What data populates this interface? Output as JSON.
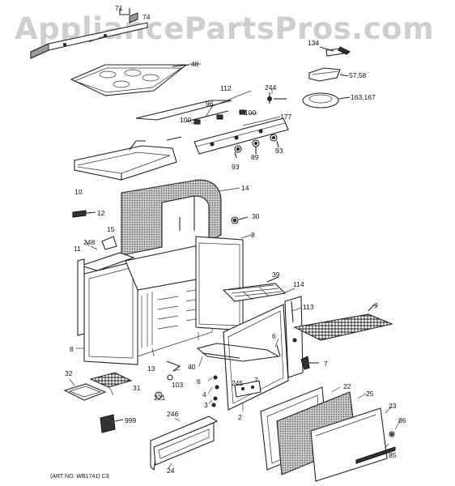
{
  "watermark": "AppliancePartsPros.com",
  "art_number": "(ART NO. WB1741) C3",
  "callouts": [
    {
      "id": "c71",
      "text": "71"
    },
    {
      "id": "c74",
      "text": "74"
    },
    {
      "id": "c48",
      "text": "48"
    },
    {
      "id": "c134",
      "text": "134"
    },
    {
      "id": "c5758",
      "text": "57,58"
    },
    {
      "id": "c163",
      "text": "163,167"
    },
    {
      "id": "c112",
      "text": "112"
    },
    {
      "id": "c244",
      "text": "244"
    },
    {
      "id": "c96",
      "text": "96"
    },
    {
      "id": "c100a",
      "text": "100"
    },
    {
      "id": "c100b",
      "text": "100"
    },
    {
      "id": "c177",
      "text": "177"
    },
    {
      "id": "c93a",
      "text": "93"
    },
    {
      "id": "c89",
      "text": "89"
    },
    {
      "id": "c93b",
      "text": "93"
    },
    {
      "id": "c10",
      "text": "10"
    },
    {
      "id": "c14",
      "text": "14"
    },
    {
      "id": "c12",
      "text": "12"
    },
    {
      "id": "c30",
      "text": "30"
    },
    {
      "id": "c15",
      "text": "15"
    },
    {
      "id": "c248",
      "text": "248"
    },
    {
      "id": "c11",
      "text": "11"
    },
    {
      "id": "c8a",
      "text": "8"
    },
    {
      "id": "c39",
      "text": "39"
    },
    {
      "id": "c114",
      "text": "114"
    },
    {
      "id": "c113",
      "text": "113"
    },
    {
      "id": "c9",
      "text": "9"
    },
    {
      "id": "c8b",
      "text": "8"
    },
    {
      "id": "c6a",
      "text": "6"
    },
    {
      "id": "c7a",
      "text": "7"
    },
    {
      "id": "c13",
      "text": "13"
    },
    {
      "id": "c40",
      "text": "40"
    },
    {
      "id": "c103",
      "text": "103"
    },
    {
      "id": "c32",
      "text": "32"
    },
    {
      "id": "c31",
      "text": "31"
    },
    {
      "id": "c6b",
      "text": "6"
    },
    {
      "id": "c245",
      "text": "245"
    },
    {
      "id": "c7b",
      "text": "7"
    },
    {
      "id": "c22",
      "text": "22"
    },
    {
      "id": "c221",
      "text": "221"
    },
    {
      "id": "c4",
      "text": "4"
    },
    {
      "id": "c25",
      "text": "25"
    },
    {
      "id": "c3",
      "text": "3"
    },
    {
      "id": "c2",
      "text": "2"
    },
    {
      "id": "c23",
      "text": "23"
    },
    {
      "id": "c999",
      "text": "999"
    },
    {
      "id": "c246",
      "text": "246"
    },
    {
      "id": "c86",
      "text": "86"
    },
    {
      "id": "c24",
      "text": "24"
    },
    {
      "id": "c85",
      "text": "85"
    }
  ]
}
